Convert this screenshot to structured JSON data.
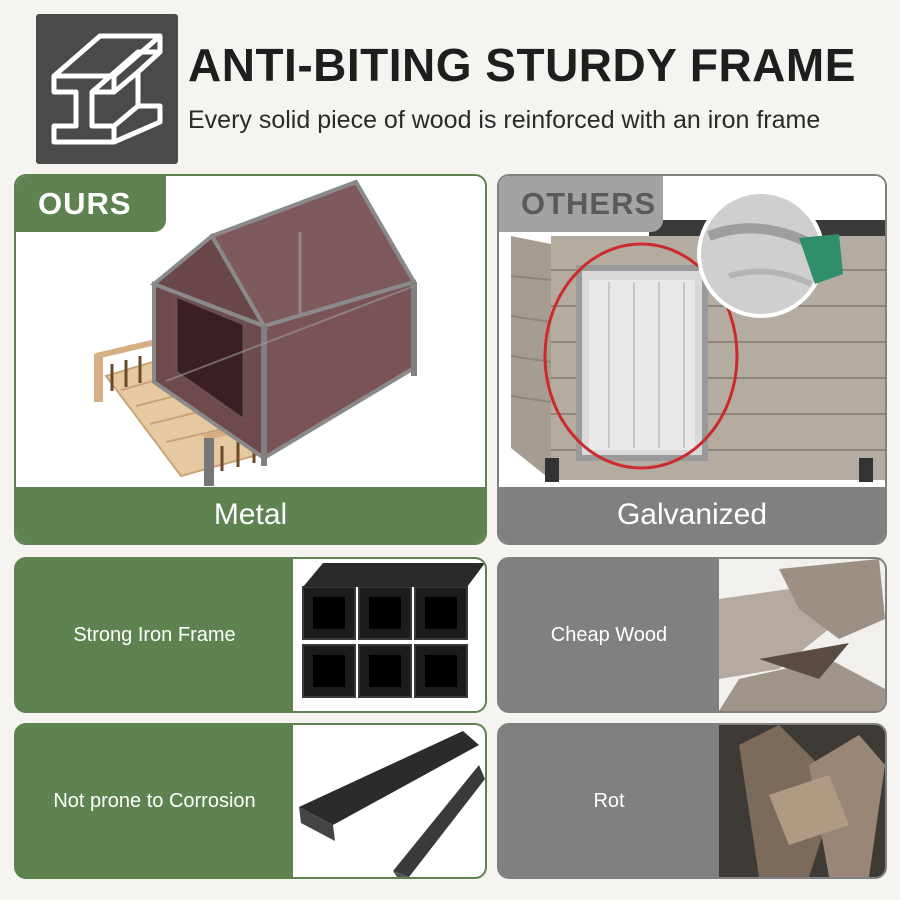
{
  "header": {
    "title": "ANTI-BITING STURDY FRAME",
    "subtitle": "Every solid piece of wood is reinforced with an iron frame",
    "logo_icon": "i-beam-icon"
  },
  "ours": {
    "tag": "OURS",
    "caption": "Metal",
    "accent": "#5e8350"
  },
  "others": {
    "tag": "OTHERS",
    "caption": "Galvanized",
    "accent": "#808080"
  },
  "features": [
    {
      "ours": "Strong Iron Frame",
      "others": "Cheap Wood"
    },
    {
      "ours": "Not prone to Corrosion",
      "others": "Rot"
    }
  ]
}
